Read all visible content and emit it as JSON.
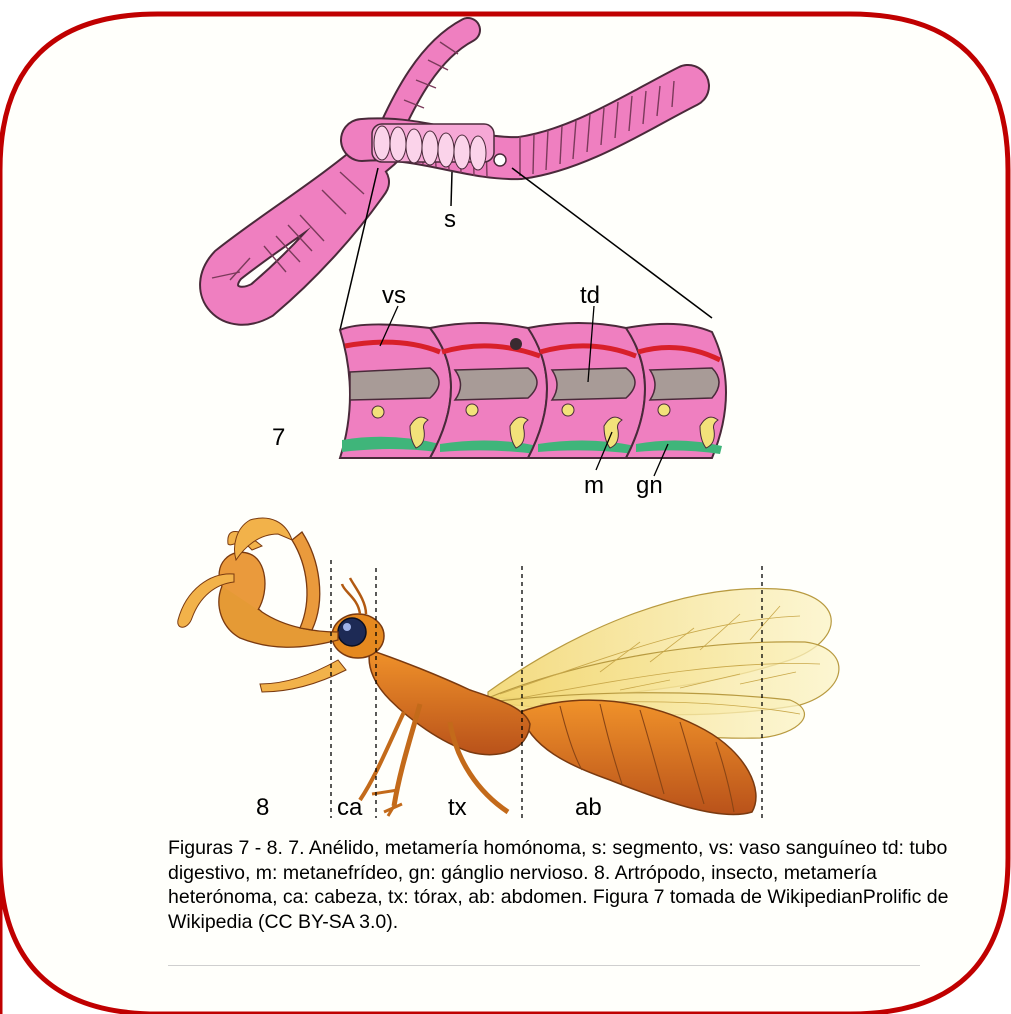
{
  "figure": {
    "label_7": "7",
    "label_8": "8",
    "annelid_labels": {
      "s": "s",
      "vs": "vs",
      "td": "td",
      "m": "m",
      "gn": "gn"
    },
    "insect_labels": {
      "ca": "ca",
      "tx": "tx",
      "ab": "ab"
    },
    "caption": "Figuras 7 - 8. 7. Anélido, metamería homónoma, s: segmento, vs: vaso sanguíneo td: tubo digestivo, m: metanefrídeo, gn: gánglio nervioso. 8. Artrópodo, insecto, metamería heterónoma, ca: cabeza, tx: tórax, ab: abdomen. Figura 7 tomada de WikipedianProlific de Wikipedia (CC BY-SA 3.0)."
  },
  "colors": {
    "frame_border": "#c00000",
    "frame_fill": "#fffffb",
    "worm_body": "#ef7fc0",
    "worm_outline": "#4a2a3a",
    "vessel": "#d8202a",
    "gut": "#a89b97",
    "ganglion_band": "#3fb57a",
    "nephridium": "#f2e27a",
    "insect_body": "#e07a1a",
    "insect_wing": "#f6eb9a"
  }
}
